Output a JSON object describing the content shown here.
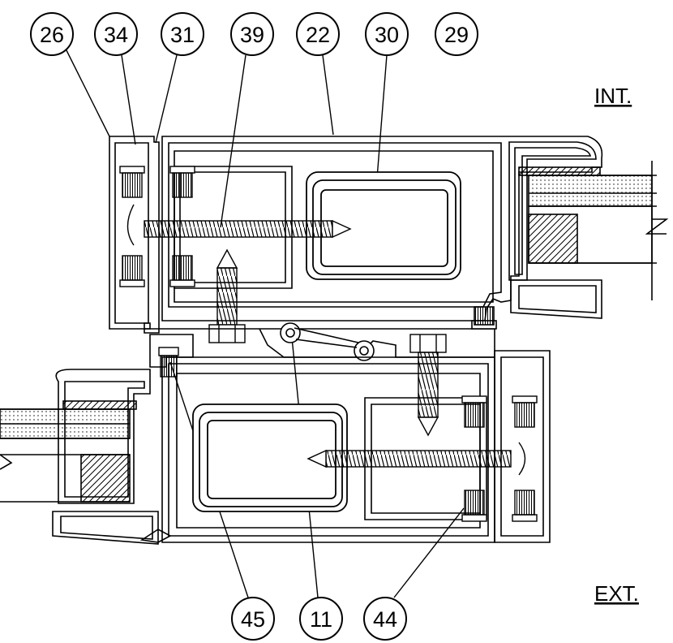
{
  "callouts_top": [
    "26",
    "34",
    "31",
    "39",
    "22",
    "30",
    "29"
  ],
  "callouts_bottom": [
    "45",
    "11",
    "44"
  ],
  "side_labels": {
    "interior": "INT.",
    "exterior": "EXT."
  }
}
